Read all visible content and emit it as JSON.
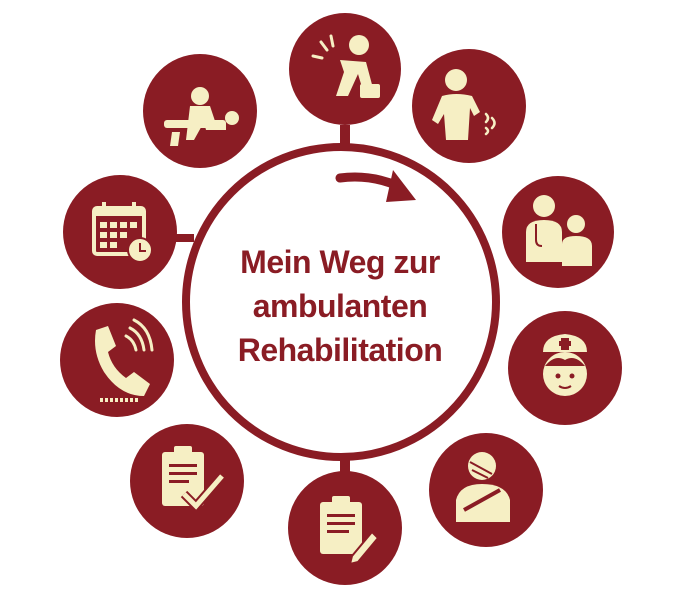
{
  "diagram": {
    "title_lines": [
      "Mein Weg zur",
      "ambulanten",
      "Rehabilitation"
    ],
    "colors": {
      "primary": "#8a1c24",
      "icon": "#f6efc4",
      "background": "#ffffff"
    },
    "steps": [
      {
        "icon": "injured-lifting-icon"
      },
      {
        "icon": "back-pain-icon"
      },
      {
        "icon": "doctor-patient-icon"
      },
      {
        "icon": "nurse-icon"
      },
      {
        "icon": "injured-arm-sling-icon"
      },
      {
        "icon": "clipboard-pen-icon"
      },
      {
        "icon": "clipboard-check-icon"
      },
      {
        "icon": "phone-call-icon"
      },
      {
        "icon": "calendar-clock-icon"
      },
      {
        "icon": "physiotherapy-icon"
      }
    ]
  }
}
